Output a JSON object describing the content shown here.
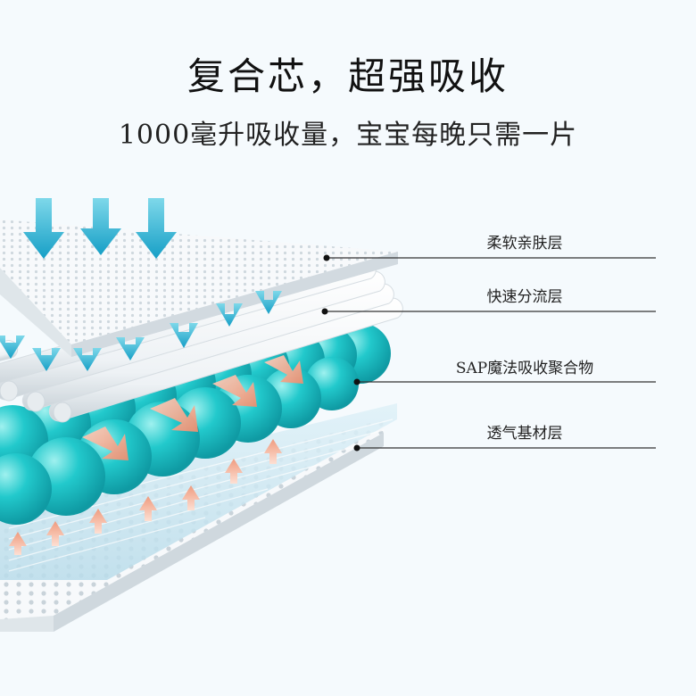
{
  "headline": "复合芯，超强吸收",
  "subheadline": "1000毫升吸收量，宝宝每晚只需一片",
  "layers": [
    {
      "label": "柔软亲肤层"
    },
    {
      "label": "快速分流层"
    },
    {
      "label": "SAP魔法吸收聚合物"
    },
    {
      "label": "透气基材层"
    }
  ],
  "colors": {
    "background": "#f5fafd",
    "sap_sphere": "#1fc9cc",
    "down_arrow": "#1aa8c9",
    "flow_arrow": "#f0a58c",
    "leader_line": "#333333"
  },
  "icons": [
    "down-arrow-icon",
    "flow-arrow-icon",
    "up-arrow-icon"
  ]
}
